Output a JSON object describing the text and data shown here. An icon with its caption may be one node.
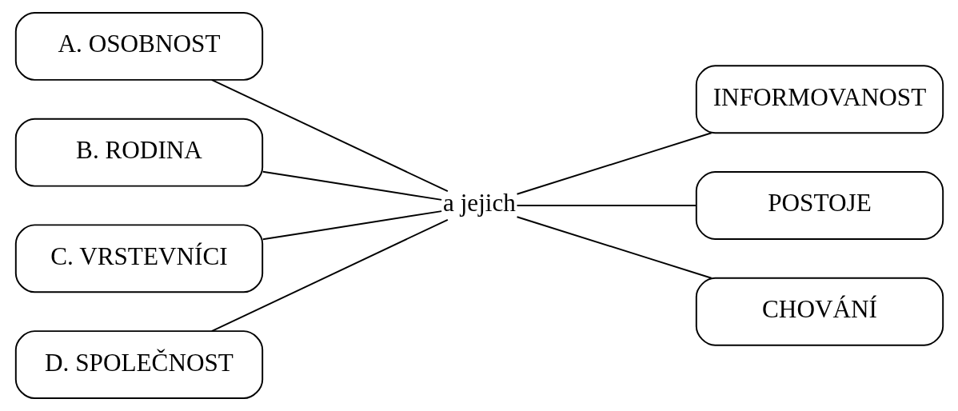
{
  "diagram": {
    "nodes": [
      {
        "text": [
          "A. OSOBNOST"
        ]
      },
      {
        "text": [
          "B. RODINA"
        ]
      },
      {
        "text": [
          "C. VRSTEVNÍCI"
        ]
      },
      {
        "text": [
          "D. SPOLEČNOST"
        ]
      },
      {
        "text": [
          "a jejich"
        ]
      },
      {
        "text": [
          "INFORMOVANOST"
        ]
      },
      {
        "text": [
          "POSTOJE"
        ]
      },
      {
        "text": [
          "CHOVÁNÍ"
        ]
      }
    ],
    "edges": [
      {
        "from": 0,
        "to": 4,
        "arrow": "none"
      },
      {
        "from": 1,
        "to": 4,
        "arrow": "none"
      },
      {
        "from": 2,
        "to": 4,
        "arrow": "none"
      },
      {
        "from": 3,
        "to": 4,
        "arrow": "none"
      },
      {
        "from": 4,
        "to": 5,
        "arrow": "none"
      },
      {
        "from": 4,
        "to": 6,
        "arrow": "none"
      },
      {
        "from": 4,
        "to": 7,
        "arrow": "none"
      }
    ]
  }
}
